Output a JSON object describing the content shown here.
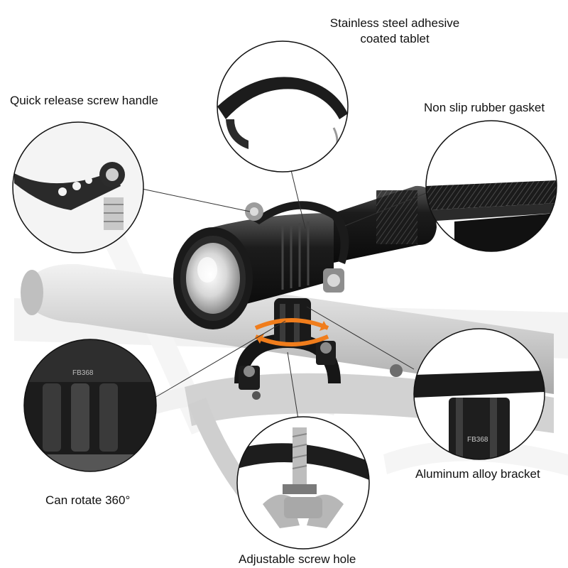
{
  "labels": {
    "stainless": "Stainless steel adhesive\ncoated tablet",
    "quick_release": "Quick release screw handle",
    "rubber_gasket": "Non slip rubber gasket",
    "rotate": "Can rotate 360°",
    "aluminum": "Aluminum alloy bracket",
    "screw_hole": "Adjustable screw hole"
  },
  "engravings": {
    "rotate_part": "FB368",
    "bracket_part": "FB368"
  },
  "colors": {
    "background": "#ffffff",
    "metal_black": "#1a1a1a",
    "rotation_arrow": "#f07d1c",
    "handlebar": "#d6d6d6"
  }
}
